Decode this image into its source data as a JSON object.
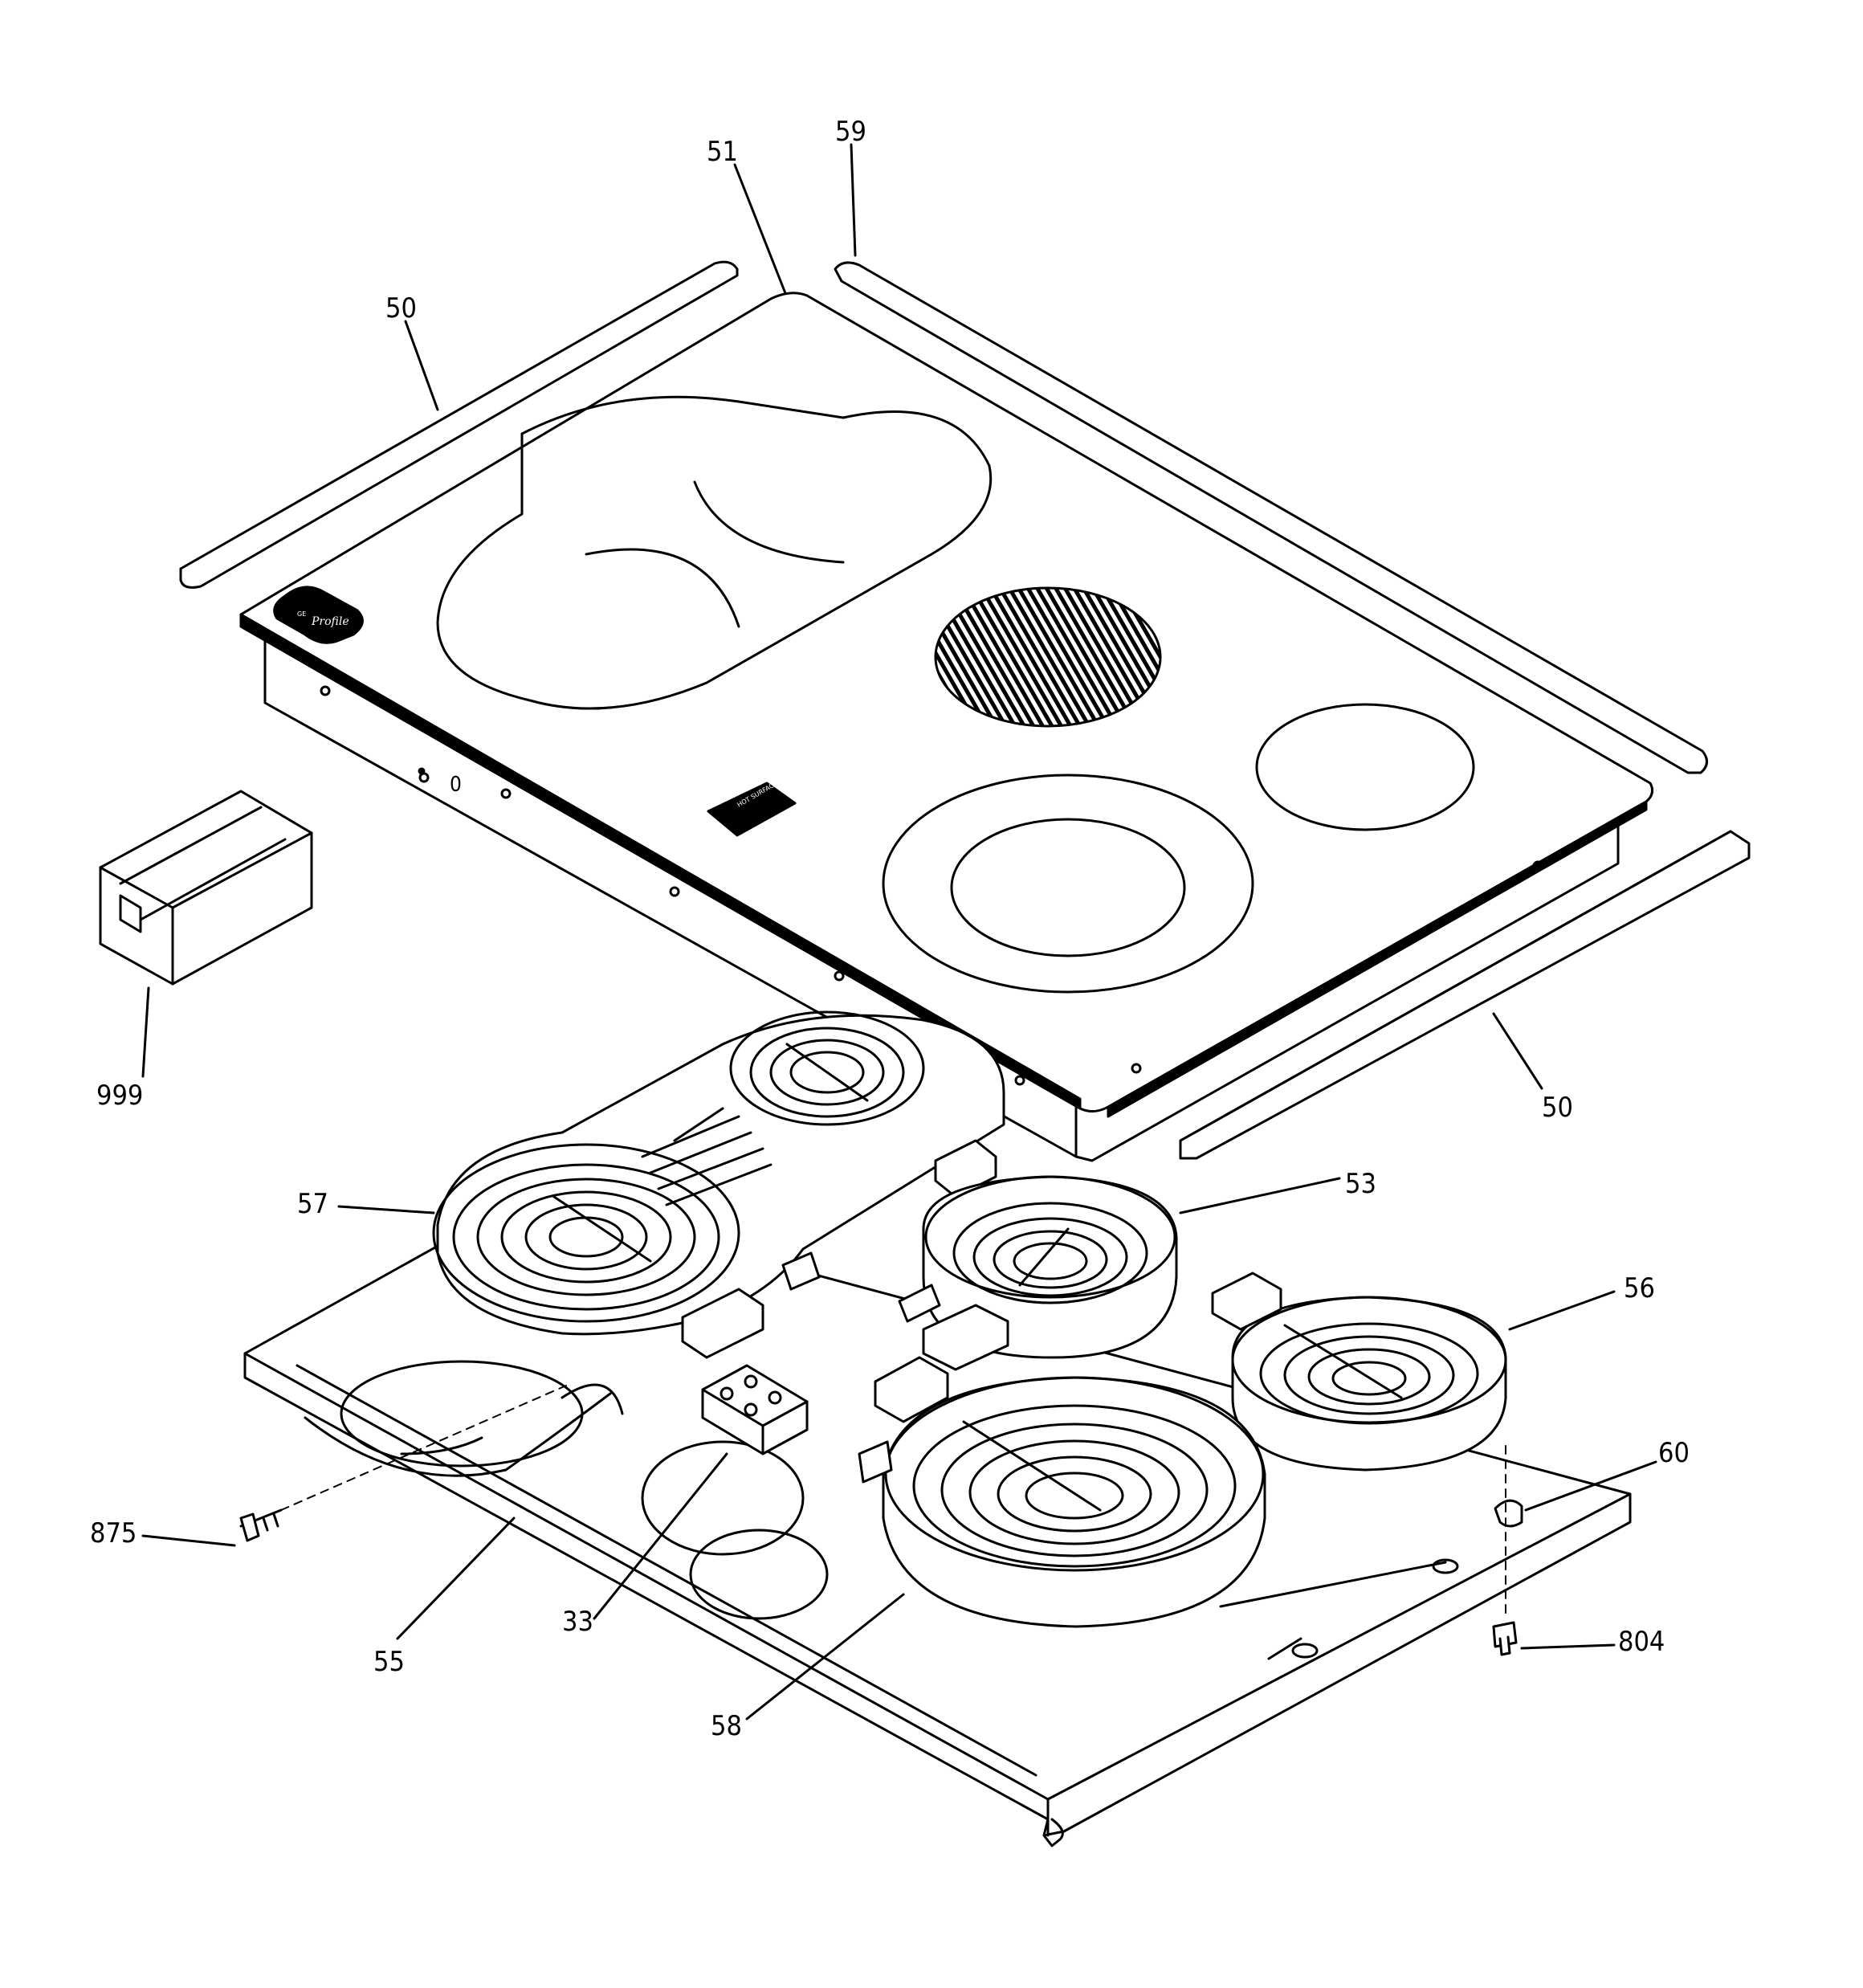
{
  "diagram": {
    "callouts": [
      {
        "id": "label-51",
        "text": "51"
      },
      {
        "id": "label-59",
        "text": "59"
      },
      {
        "id": "label-50-top",
        "text": "50"
      },
      {
        "id": "label-999",
        "text": "999"
      },
      {
        "id": "label-50-right",
        "text": "50"
      },
      {
        "id": "label-57",
        "text": "57"
      },
      {
        "id": "label-53",
        "text": "53"
      },
      {
        "id": "label-56",
        "text": "56"
      },
      {
        "id": "label-60",
        "text": "60"
      },
      {
        "id": "label-875",
        "text": "875"
      },
      {
        "id": "label-55",
        "text": "55"
      },
      {
        "id": "label-33",
        "text": "33"
      },
      {
        "id": "label-804",
        "text": "804"
      },
      {
        "id": "label-58",
        "text": "58"
      }
    ],
    "cooktop": {
      "brand_text": "Profile",
      "logo_text": "GE",
      "warning_text": "HOT SURFACE",
      "indicator_text": "0"
    }
  }
}
